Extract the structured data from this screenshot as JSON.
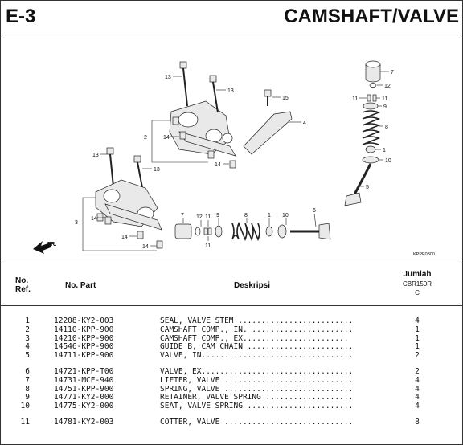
{
  "header": {
    "code": "E-3",
    "title": "CAMSHAFT/VALVE"
  },
  "diagram": {
    "ref_code": "KPPE0300",
    "front_label": "FR.",
    "callouts": [
      "13",
      "13",
      "15",
      "4",
      "7",
      "12",
      "11",
      "11",
      "9",
      "8",
      "1",
      "10",
      "5",
      "2",
      "14",
      "14",
      "13",
      "13",
      "3",
      "14",
      "14",
      "14",
      "7",
      "12",
      "11",
      "9",
      "8",
      "1",
      "10",
      "6",
      "11"
    ]
  },
  "columns": {
    "no_ref": "No.\nRef.",
    "part_no": "No. Part",
    "desc": "Deskripsi",
    "qty": "Jumlah",
    "model": "CBR150R",
    "variant": "C"
  },
  "parts": [
    {
      "ref": "1",
      "part_no": "12208-KY2-003",
      "desc": "SEAL, VALVE STEM .........................",
      "qty": "4"
    },
    {
      "ref": "2",
      "part_no": "14110-KPP-900",
      "desc": "CAMSHAFT COMP., IN. ......................",
      "qty": "1"
    },
    {
      "ref": "3",
      "part_no": "14210-KPP-900",
      "desc": "CAMSHAFT COMP., EX.......................",
      "qty": "1"
    },
    {
      "ref": "4",
      "part_no": "14546-KPP-900",
      "desc": "GUIDE B, CAM CHAIN .......................",
      "qty": "1"
    },
    {
      "ref": "5",
      "part_no": "14711-KPP-900",
      "desc": "VALVE, IN.................................",
      "qty": "2"
    },
    {
      "ref": "6",
      "part_no": "14721-KPP-T00",
      "desc": "VALVE, EX.................................",
      "qty": "2"
    },
    {
      "ref": "7",
      "part_no": "14731-MCE-940",
      "desc": "LIFTER, VALVE ............................",
      "qty": "4"
    },
    {
      "ref": "8",
      "part_no": "14751-KPP-900",
      "desc": "SPRING, VALVE ............................",
      "qty": "4"
    },
    {
      "ref": "9",
      "part_no": "14771-KY2-000",
      "desc": "RETAINER, VALVE SPRING ...................",
      "qty": "4"
    },
    {
      "ref": "10",
      "part_no": "14775-KY2-000",
      "desc": "SEAT, VALVE SPRING .......................",
      "qty": "4"
    },
    {
      "ref": "11",
      "part_no": "14781-KY2-003",
      "desc": "COTTER, VALVE ............................",
      "qty": "8"
    }
  ]
}
